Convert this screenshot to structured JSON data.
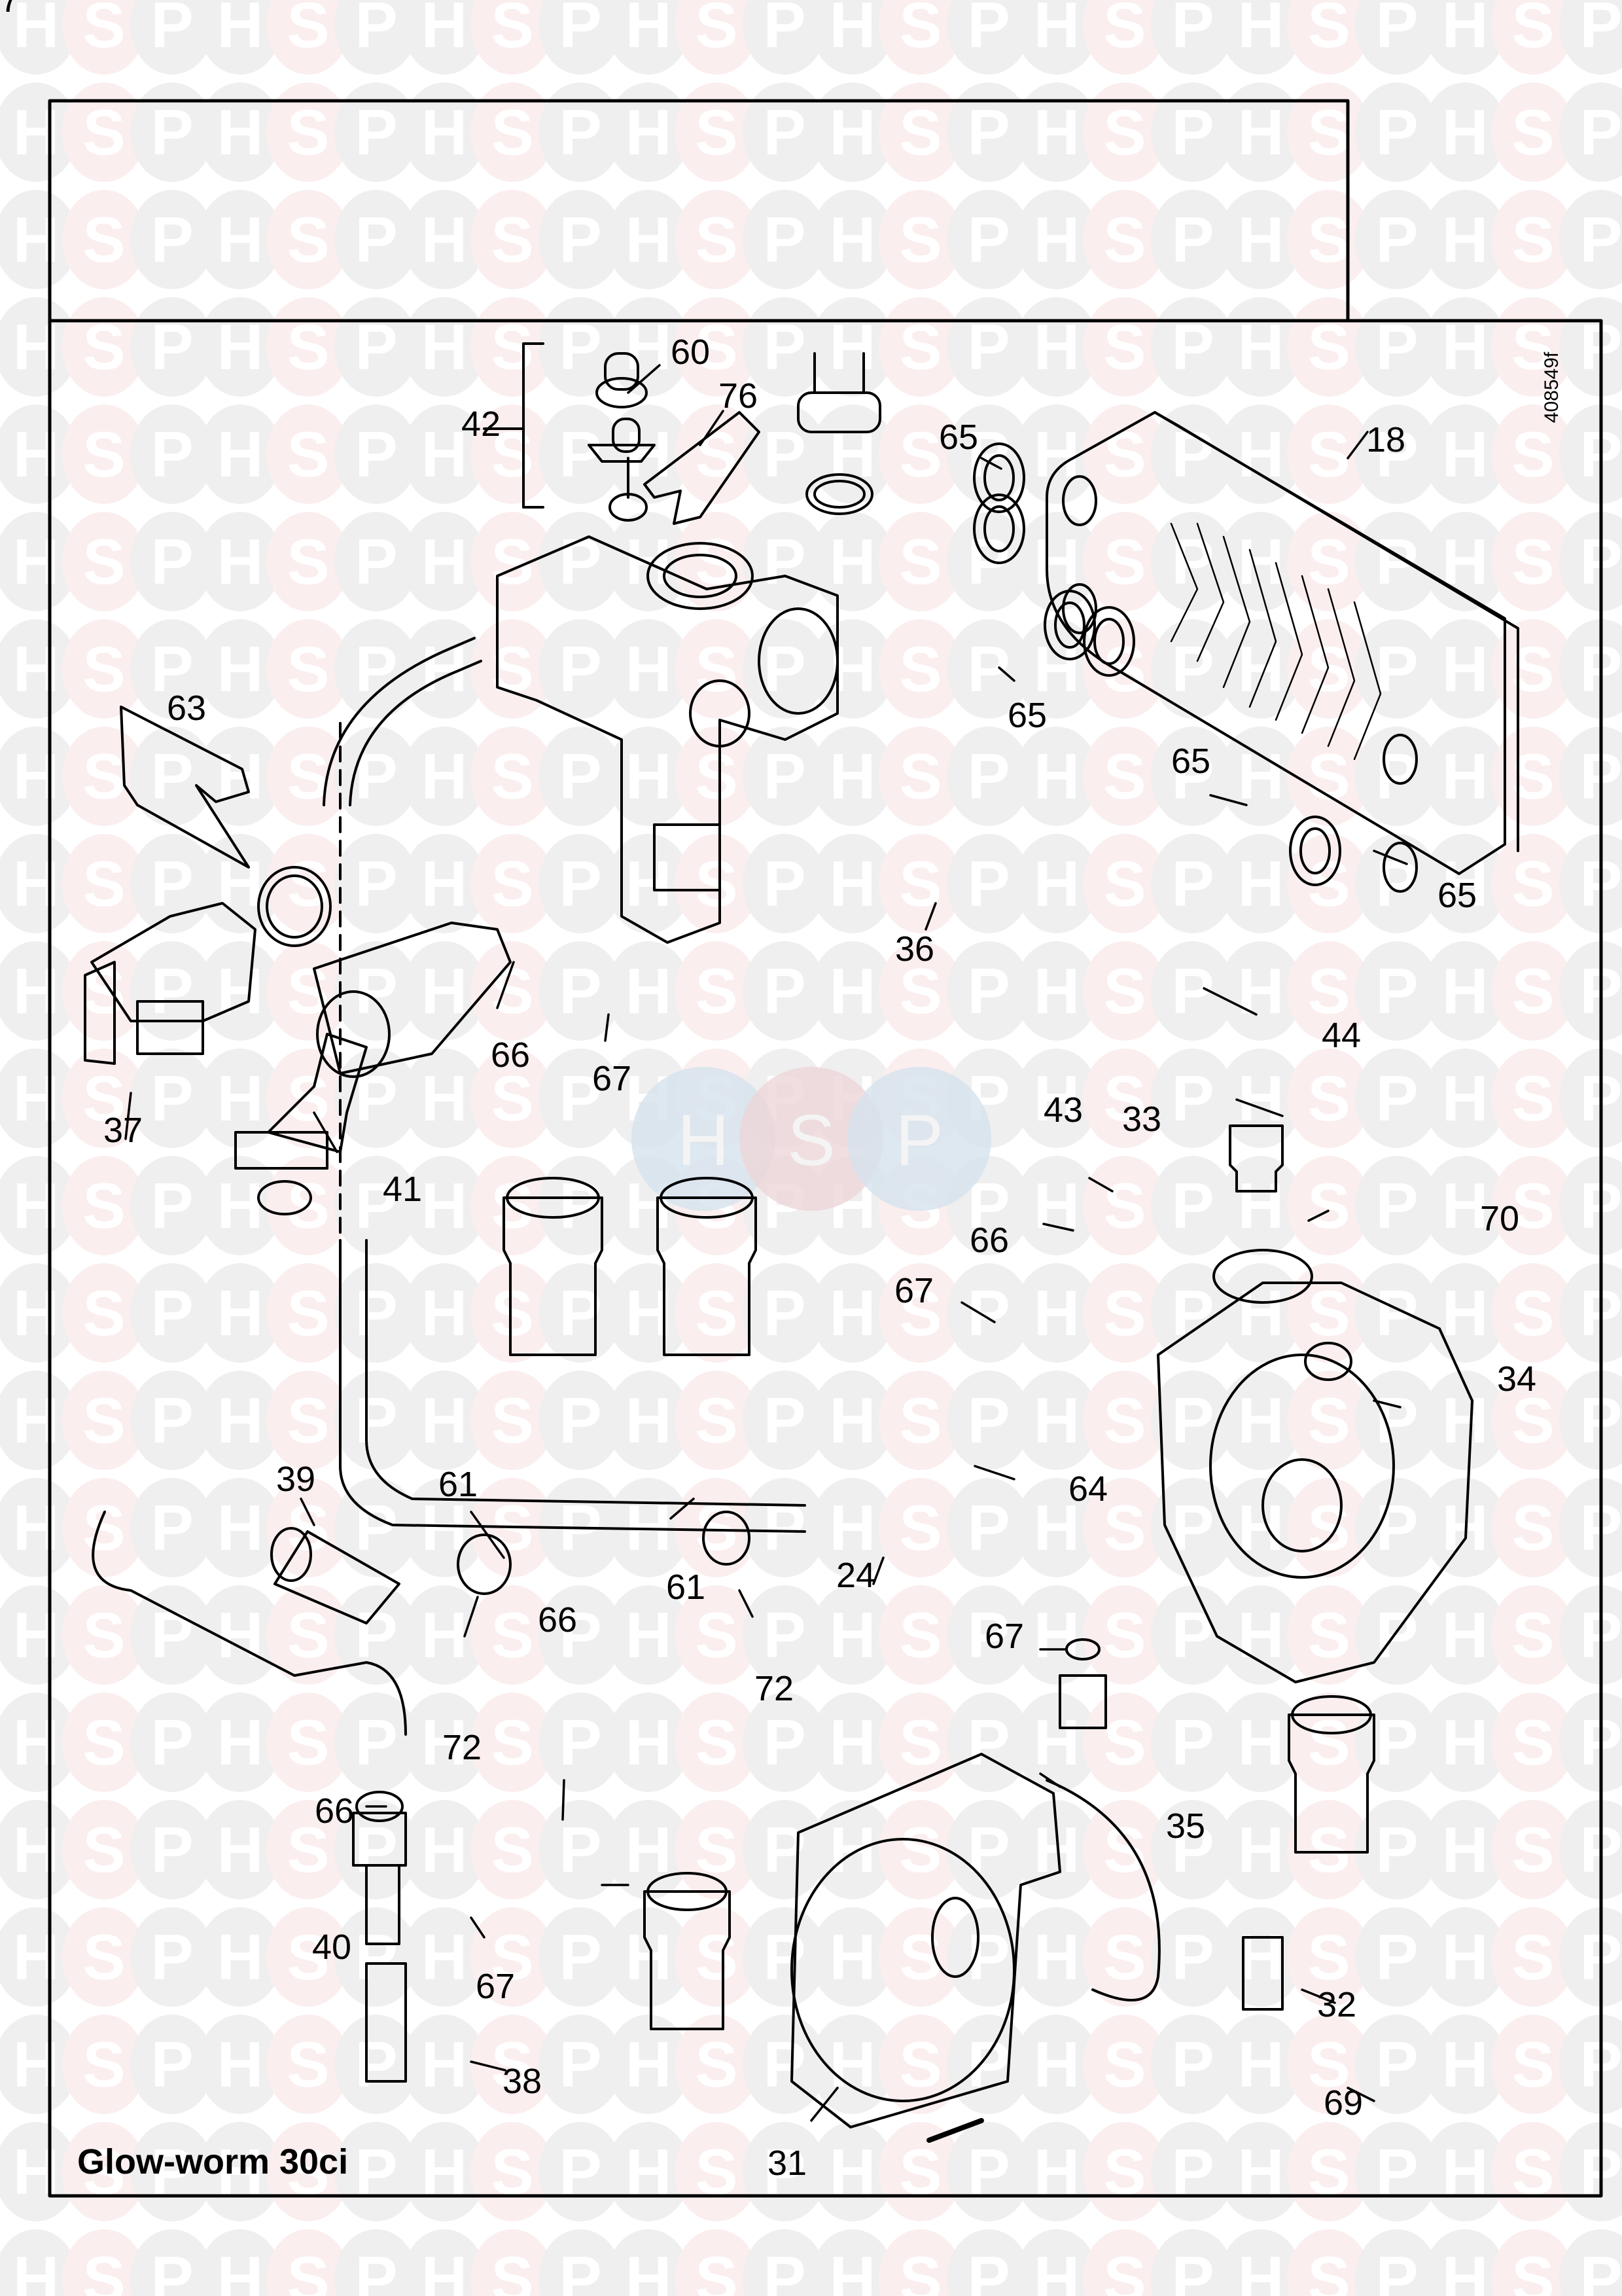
{
  "diagram": {
    "model_title": "Glow-worm 30ci",
    "drawing_reference": "408549f",
    "watermark": {
      "letters": [
        "H",
        "S",
        "P"
      ],
      "colors": {
        "H": "#efefef",
        "S": "#fbeeee",
        "P": "#efefef"
      },
      "center_colors": {
        "H": "#d6e2ee",
        "S": "#ecd6d8",
        "P": "#d6e2ee"
      }
    },
    "line_color": "#000000",
    "callouts": [
      {
        "id": "c60",
        "label": "60"
      },
      {
        "id": "c42",
        "label": "42"
      },
      {
        "id": "c76",
        "label": "76"
      },
      {
        "id": "c65a",
        "label": "65"
      },
      {
        "id": "c18",
        "label": "18"
      },
      {
        "id": "c65b",
        "label": "65"
      },
      {
        "id": "c63",
        "label": "63"
      },
      {
        "id": "c65c",
        "label": "65"
      },
      {
        "id": "c65d",
        "label": "65"
      },
      {
        "id": "c36",
        "label": "36"
      },
      {
        "id": "c66a",
        "label": "66"
      },
      {
        "id": "c67a",
        "label": "67"
      },
      {
        "id": "c44",
        "label": "44"
      },
      {
        "id": "c37",
        "label": "37"
      },
      {
        "id": "c41",
        "label": "41"
      },
      {
        "id": "c33",
        "label": "33"
      },
      {
        "id": "c43",
        "label": "43"
      },
      {
        "id": "c70",
        "label": "70"
      },
      {
        "id": "c67b",
        "label": "67"
      },
      {
        "id": "c66b",
        "label": "66"
      },
      {
        "id": "c67c",
        "label": "67"
      },
      {
        "id": "c34",
        "label": "34"
      },
      {
        "id": "c64",
        "label": "64"
      },
      {
        "id": "c39",
        "label": "39"
      },
      {
        "id": "c61a",
        "label": "61"
      },
      {
        "id": "c61b",
        "label": "61"
      },
      {
        "id": "c24",
        "label": "24"
      },
      {
        "id": "c67d",
        "label": "67"
      },
      {
        "id": "c72a",
        "label": "72"
      },
      {
        "id": "c72b",
        "label": "72"
      },
      {
        "id": "c66c",
        "label": "66"
      },
      {
        "id": "c35",
        "label": "35"
      },
      {
        "id": "c66d",
        "label": "66"
      },
      {
        "id": "c40",
        "label": "40"
      },
      {
        "id": "c67e",
        "label": "67"
      },
      {
        "id": "c32",
        "label": "32"
      },
      {
        "id": "c38",
        "label": "38"
      },
      {
        "id": "c31",
        "label": "31"
      },
      {
        "id": "c69",
        "label": "69"
      }
    ]
  }
}
